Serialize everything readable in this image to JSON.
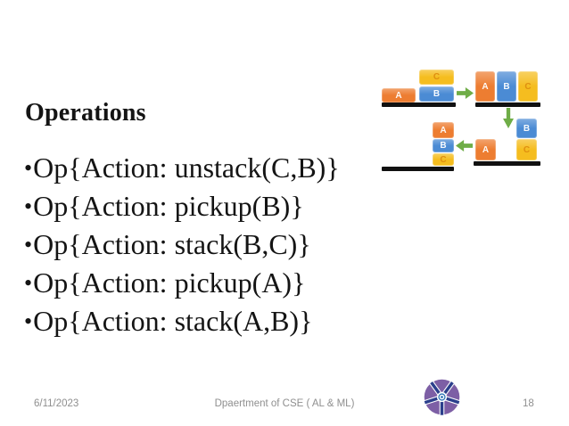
{
  "slide": {
    "title": "Operations",
    "bullet_char": "•",
    "bullets": [
      "Op{Action: unstack(C,B)}",
      "Op{Action: pickup(B)}",
      "Op{Action: stack(B,C)}",
      "Op{Action: pickup(A)}",
      "Op{Action: stack(A,B)}"
    ]
  },
  "diagram": {
    "labels": {
      "A": "A",
      "B": "B",
      "C": "C"
    }
  },
  "footer": {
    "date": "6/11/2023",
    "department": "Dpaertment of CSE ( AL & ML)",
    "page_number": "18"
  },
  "colors": {
    "block-a": "#ED7D31",
    "block-b": "#4B8BD4",
    "block-c": "#F5BD1F",
    "block-c-label": "#DF8F10",
    "arrow": "#6FAD47",
    "table": "#111111",
    "text": "#141414",
    "footer": "#8F8F8F",
    "logo-purple": "#7D5FA5",
    "logo-navy": "#2B3F8C",
    "logo-blue": "#2E75B6"
  }
}
